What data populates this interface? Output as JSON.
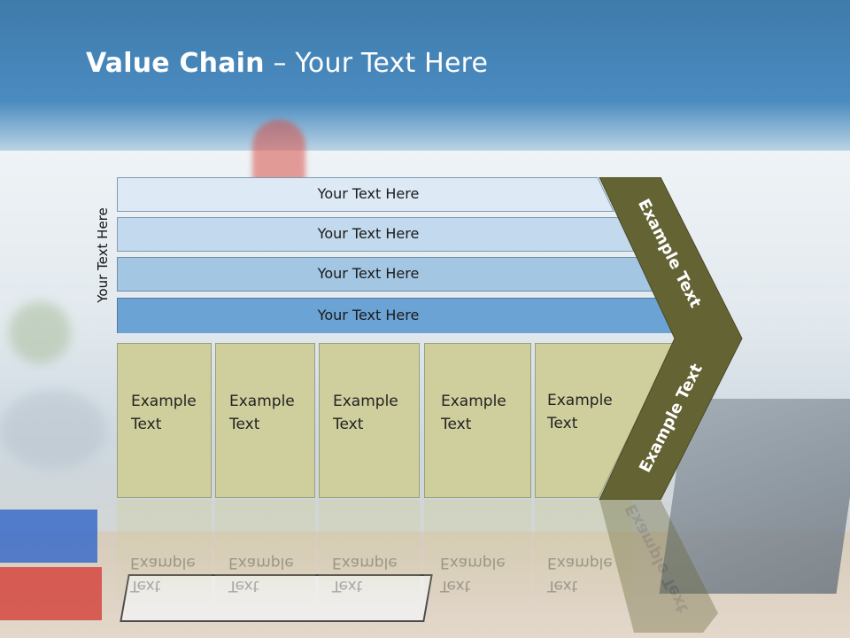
{
  "slide": {
    "title_bold": "Value Chain",
    "title_rest": " – Your Text Here",
    "side_label": "Your Text Here"
  },
  "bars": [
    {
      "label": "Your Text Here",
      "color": "#ddeaf5"
    },
    {
      "label": "Your Text Here",
      "color": "#c2d9ee"
    },
    {
      "label": "Your Text Here",
      "color": "#a3c6e3"
    },
    {
      "label": "Your Text Here",
      "color": "#6aa3d4"
    }
  ],
  "boxes": [
    {
      "line1": "Example",
      "line2": "Text"
    },
    {
      "line1": "Example",
      "line2": "Text"
    },
    {
      "line1": "Example",
      "line2": "Text"
    },
    {
      "line1": "Example",
      "line2": "Text"
    },
    {
      "line1": "Example",
      "line2": "Text"
    }
  ],
  "chevron": {
    "upper_text": "Example Text",
    "lower_text": "Example Text",
    "color": "#636334"
  },
  "colors": {
    "box_fill": "#cfcf9e",
    "header_blue": "#4a8bc0"
  }
}
